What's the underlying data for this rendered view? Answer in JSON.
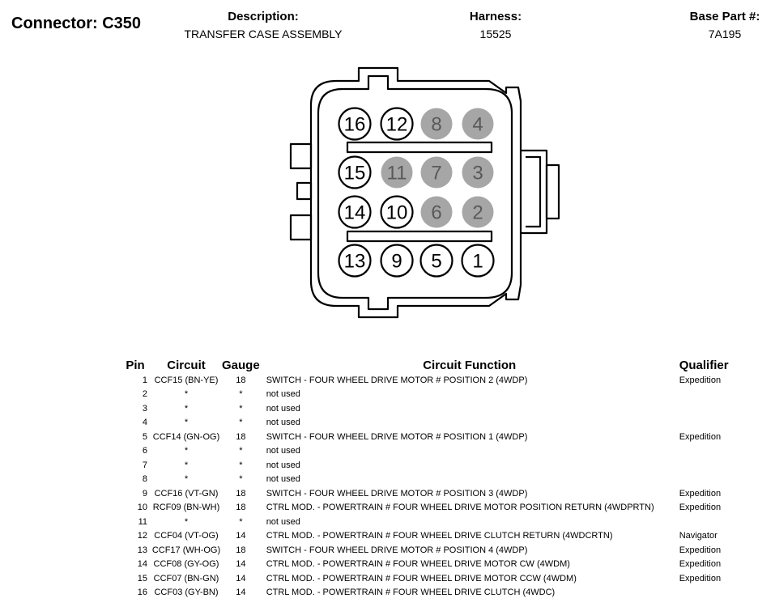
{
  "header": {
    "connector_title": "Connector: C350",
    "description_label": "Description:",
    "description_value": "TRANSFER CASE ASSEMBLY",
    "harness_label": "Harness:",
    "harness_value": "15525",
    "base_part_label": "Base Part #:",
    "base_part_value": "7A195"
  },
  "connector": {
    "pins": [
      {
        "n": "16",
        "used": true
      },
      {
        "n": "12",
        "used": true
      },
      {
        "n": "8",
        "used": false
      },
      {
        "n": "4",
        "used": false
      },
      {
        "n": "15",
        "used": true
      },
      {
        "n": "11",
        "used": false
      },
      {
        "n": "7",
        "used": false
      },
      {
        "n": "3",
        "used": false
      },
      {
        "n": "14",
        "used": true
      },
      {
        "n": "10",
        "used": true
      },
      {
        "n": "6",
        "used": false
      },
      {
        "n": "2",
        "used": false
      },
      {
        "n": "13",
        "used": true
      },
      {
        "n": "9",
        "used": true
      },
      {
        "n": "5",
        "used": true
      },
      {
        "n": "1",
        "used": true
      }
    ],
    "unused_fill": "#a6a6a6",
    "unused_text": "#595959"
  },
  "table": {
    "headers": {
      "pin": "Pin",
      "circuit": "Circuit",
      "gauge": "Gauge",
      "function": "Circuit Function",
      "qualifier": "Qualifier"
    },
    "rows": [
      {
        "pin": "1",
        "circuit": "CCF15 (BN-YE)",
        "gauge": "18",
        "function": "SWITCH - FOUR WHEEL DRIVE MOTOR # POSITION 2 (4WDP)",
        "qualifier": "Expedition"
      },
      {
        "pin": "2",
        "circuit": "*",
        "gauge": "*",
        "function": "not used",
        "qualifier": ""
      },
      {
        "pin": "3",
        "circuit": "*",
        "gauge": "*",
        "function": "not used",
        "qualifier": ""
      },
      {
        "pin": "4",
        "circuit": "*",
        "gauge": "*",
        "function": "not used",
        "qualifier": ""
      },
      {
        "pin": "5",
        "circuit": "CCF14 (GN-OG)",
        "gauge": "18",
        "function": "SWITCH - FOUR WHEEL DRIVE MOTOR # POSITION 1 (4WDP)",
        "qualifier": "Expedition"
      },
      {
        "pin": "6",
        "circuit": "*",
        "gauge": "*",
        "function": "not used",
        "qualifier": ""
      },
      {
        "pin": "7",
        "circuit": "*",
        "gauge": "*",
        "function": "not used",
        "qualifier": ""
      },
      {
        "pin": "8",
        "circuit": "*",
        "gauge": "*",
        "function": "not used",
        "qualifier": ""
      },
      {
        "pin": "9",
        "circuit": "CCF16 (VT-GN)",
        "gauge": "18",
        "function": "SWITCH - FOUR WHEEL DRIVE MOTOR # POSITION 3 (4WDP)",
        "qualifier": "Expedition"
      },
      {
        "pin": "10",
        "circuit": "RCF09 (BN-WH)",
        "gauge": "18",
        "function": "CTRL MOD. - POWERTRAIN # FOUR WHEEL DRIVE MOTOR POSITION RETURN (4WDPRTN)",
        "qualifier": "Expedition"
      },
      {
        "pin": "11",
        "circuit": "*",
        "gauge": "*",
        "function": "not used",
        "qualifier": ""
      },
      {
        "pin": "12",
        "circuit": "CCF04 (VT-OG)",
        "gauge": "14",
        "function": "CTRL MOD. - POWERTRAIN # FOUR WHEEL DRIVE CLUTCH RETURN (4WDCRTN)",
        "qualifier": "Navigator"
      },
      {
        "pin": "13",
        "circuit": "CCF17 (WH-OG)",
        "gauge": "18",
        "function": "SWITCH - FOUR WHEEL DRIVE MOTOR # POSITION 4 (4WDP)",
        "qualifier": "Expedition"
      },
      {
        "pin": "14",
        "circuit": "CCF08 (GY-OG)",
        "gauge": "14",
        "function": "CTRL MOD. - POWERTRAIN # FOUR WHEEL DRIVE MOTOR CW (4WDM)",
        "qualifier": "Expedition"
      },
      {
        "pin": "15",
        "circuit": "CCF07 (BN-GN)",
        "gauge": "14",
        "function": "CTRL MOD. - POWERTRAIN # FOUR WHEEL DRIVE MOTOR CCW (4WDM)",
        "qualifier": "Expedition"
      },
      {
        "pin": "16",
        "circuit": "CCF03 (GY-BN)",
        "gauge": "14",
        "function": "CTRL MOD. - POWERTRAIN # FOUR WHEEL DRIVE CLUTCH (4WDC)",
        "qualifier": ""
      }
    ]
  }
}
